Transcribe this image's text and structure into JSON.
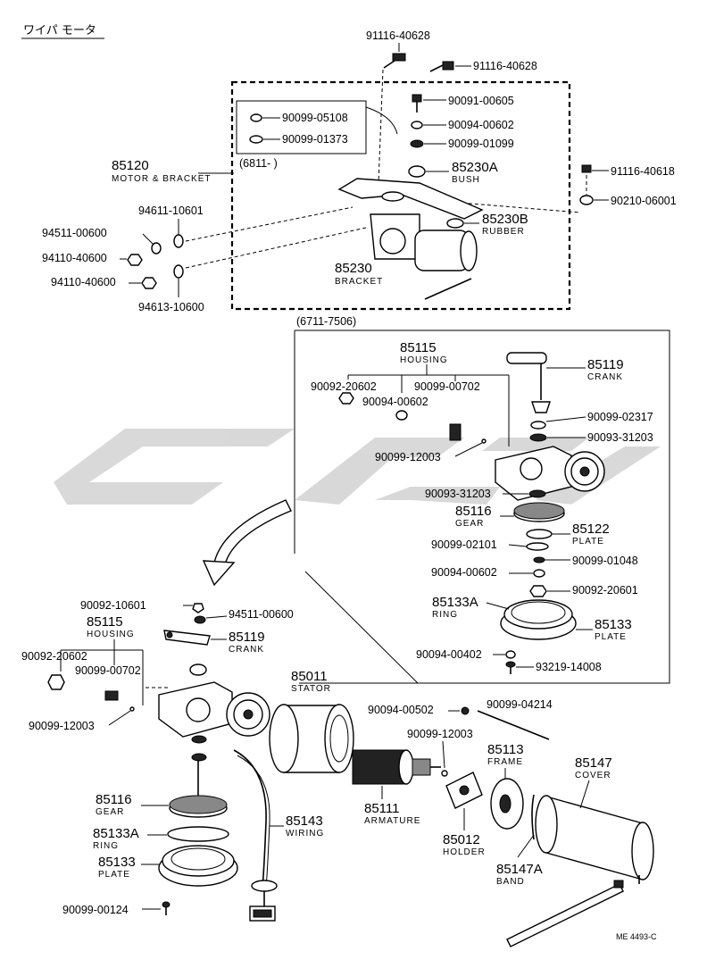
{
  "title": "ワイパ モータ",
  "diagram_code": "ME 4493-C",
  "ranges": {
    "r1": "(6811-       )",
    "r2": "(6711-7506)"
  },
  "parts": {
    "p91116_40628a": "91116-40628",
    "p91116_40628b": "91116-40628",
    "p90091_00605": "90091-00605",
    "p90094_00602a": "90094-00602",
    "p90099_01099": "90099-01099",
    "p90099_05108": "90099-05108",
    "p90099_01373": "90099-01373",
    "p85230A": "85230A",
    "p85230A_sub": "BUSH",
    "p91116_40618": "91116-40618",
    "p90210_06001": "90210-06001",
    "p85230B": "85230B",
    "p85230B_sub": "RUBBER",
    "p85120": "85120",
    "p85120_sub": "MOTOR & BRACKET",
    "p94611_10601": "94611-10601",
    "p94511_00600a": "94511-00600",
    "p94110_40600a": "94110-40600",
    "p94110_40600b": "94110-40600",
    "p94613_10600": "94613-10600",
    "p85230": "85230",
    "p85230_sub": "BRACKET",
    "p85115a": "85115",
    "p85115a_sub": "HOUSING",
    "p90092_20602a": "90092-20602",
    "p90099_00702a": "90099-00702",
    "p90094_00602b": "90094-00602",
    "p85119a": "85119",
    "p85119a_sub": "CRANK",
    "p90099_02317": "90099-02317",
    "p90093_31203a": "90093-31203",
    "p90099_12003a": "90099-12003",
    "p90093_31203b": "90093-31203",
    "p85116a": "85116",
    "p85116a_sub": "GEAR",
    "p85122": "85122",
    "p85122_sub": "PLATE",
    "p90099_02101": "90099-02101",
    "p90099_01048": "90099-01048",
    "p90094_00602c": "90094-00602",
    "p90092_20601": "90092-20601",
    "p85133Aa": "85133A",
    "p85133Aa_sub": "RING",
    "p85133a": "85133",
    "p85133a_sub": "PLATE",
    "p90094_00402": "90094-00402",
    "p93219_14008": "93219-14008",
    "p90092_10601": "90092-10601",
    "p94511_00600b": "94511-00600",
    "p85115b": "85115",
    "p85115b_sub": "HOUSING",
    "p85119b": "85119",
    "p85119b_sub": "CRANK",
    "p90092_20602b": "90092-20602",
    "p90099_00702b": "90099-00702",
    "p90099_12003b": "90099-12003",
    "p85011": "85011",
    "p85011_sub": "STATOR",
    "p90094_00502": "90094-00502",
    "p90099_04214": "90099-04214",
    "p90099_12003c": "90099-12003",
    "p85113": "85113",
    "p85113_sub": "FRAME",
    "p85147": "85147",
    "p85147_sub": "COVER",
    "p85116b": "85116",
    "p85116b_sub": "GEAR",
    "p85133Ab": "85133A",
    "p85133Ab_sub": "RING",
    "p85133b": "85133",
    "p85133b_sub": "PLATE",
    "p85143": "85143",
    "p85143_sub": "WIRING",
    "p85111": "85111",
    "p85111_sub": "ARMATURE",
    "p85012": "85012",
    "p85012_sub": "HOLDER",
    "p85147A": "85147A",
    "p85147A_sub": "BAND",
    "p90099_00124": "90099-00124"
  }
}
